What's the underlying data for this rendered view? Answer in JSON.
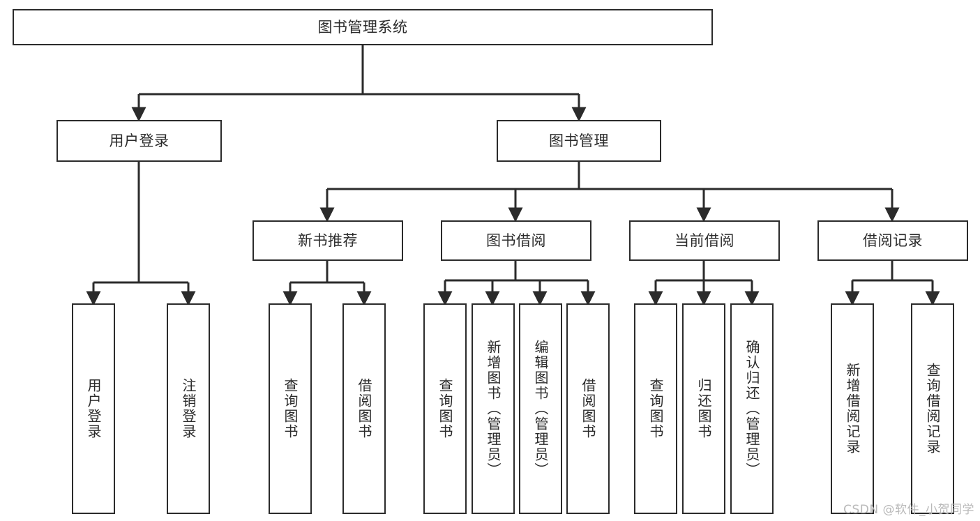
{
  "diagram": {
    "type": "tree-hierarchy-chart",
    "title": "图书管理系统",
    "colors": {
      "stroke": "#2b2b2b",
      "fill": "#ffffff",
      "text": "#2b2b2b",
      "watermark": "#b9b9b9"
    },
    "root": {
      "label": "图书管理系统"
    },
    "level2": [
      {
        "label": "用户登录"
      },
      {
        "label": "图书管理"
      }
    ],
    "level3": [
      {
        "label": "新书推荐"
      },
      {
        "label": "图书借阅"
      },
      {
        "label": "当前借阅"
      },
      {
        "label": "借阅记录"
      }
    ],
    "leaves": {
      "user_login": [
        {
          "label": "用户登录"
        },
        {
          "label": "注销登录"
        }
      ],
      "new_book_recommend": [
        {
          "label": "查询图书"
        },
        {
          "label": "借阅图书"
        }
      ],
      "book_borrow": [
        {
          "label": "查询图书"
        },
        {
          "label": "新增图书（管理员）"
        },
        {
          "label": "编辑图书（管理员）"
        },
        {
          "label": "借阅图书"
        }
      ],
      "current_borrow": [
        {
          "label": "查询图书"
        },
        {
          "label": "归还图书"
        },
        {
          "label": "确认归还（管理员）"
        }
      ],
      "borrow_record": [
        {
          "label": "新增借阅记录"
        },
        {
          "label": "查询借阅记录"
        }
      ]
    }
  },
  "watermark": {
    "text": "CSDN @软件_小贺同学"
  }
}
